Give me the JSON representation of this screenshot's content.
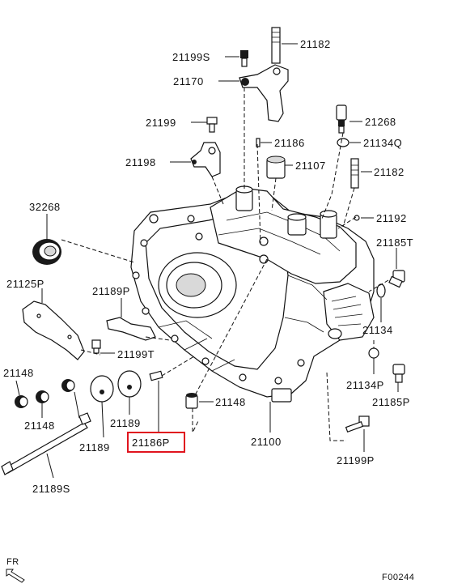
{
  "diagram_code": "F00244",
  "direction_label": "FR",
  "highlight_color": "#e0141e",
  "callouts": {
    "p21182_top": "21182",
    "p21199S": "21199S",
    "p21170": "21170",
    "p21268": "21268",
    "p21199": "21199",
    "p21186": "21186",
    "p21134Q": "21134Q",
    "p21198": "21198",
    "p21107": "21107",
    "p21182_mid": "21182",
    "p32268": "32268",
    "p21192": "21192",
    "p21185T": "21185T",
    "p21125P": "21125P",
    "p21189P": "21189P",
    "p21134": "21134",
    "p21199T": "21199T",
    "p21148_a": "21148",
    "p21134P": "21134P",
    "p21185P": "21185P",
    "p21148_b": "21148",
    "p21148_c": "21148",
    "p21189_a": "21189",
    "p21189_b": "21189",
    "p21186P": "21186P",
    "p21100": "21100",
    "p21199P": "21199P",
    "p21189S": "21189S"
  }
}
